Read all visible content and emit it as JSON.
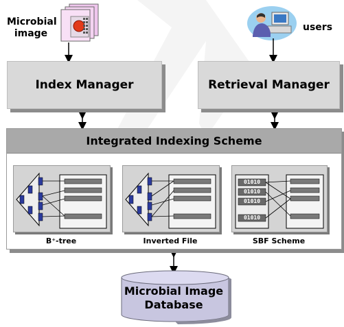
{
  "top_left_label": [
    "Microbial",
    "image"
  ],
  "top_right_label": "users",
  "index_manager": "Index Manager",
  "retrieval_manager": "Retrieval Manager",
  "integrated_scheme": "Integrated Indexing Scheme",
  "panels": [
    {
      "caption": "B⁺-tree"
    },
    {
      "caption": "Inverted File"
    },
    {
      "caption": "SBF Scheme",
      "bits": [
        "01010",
        "01010",
        "01010",
        "01010"
      ]
    }
  ],
  "database": [
    "Microbial Image",
    "Database"
  ]
}
